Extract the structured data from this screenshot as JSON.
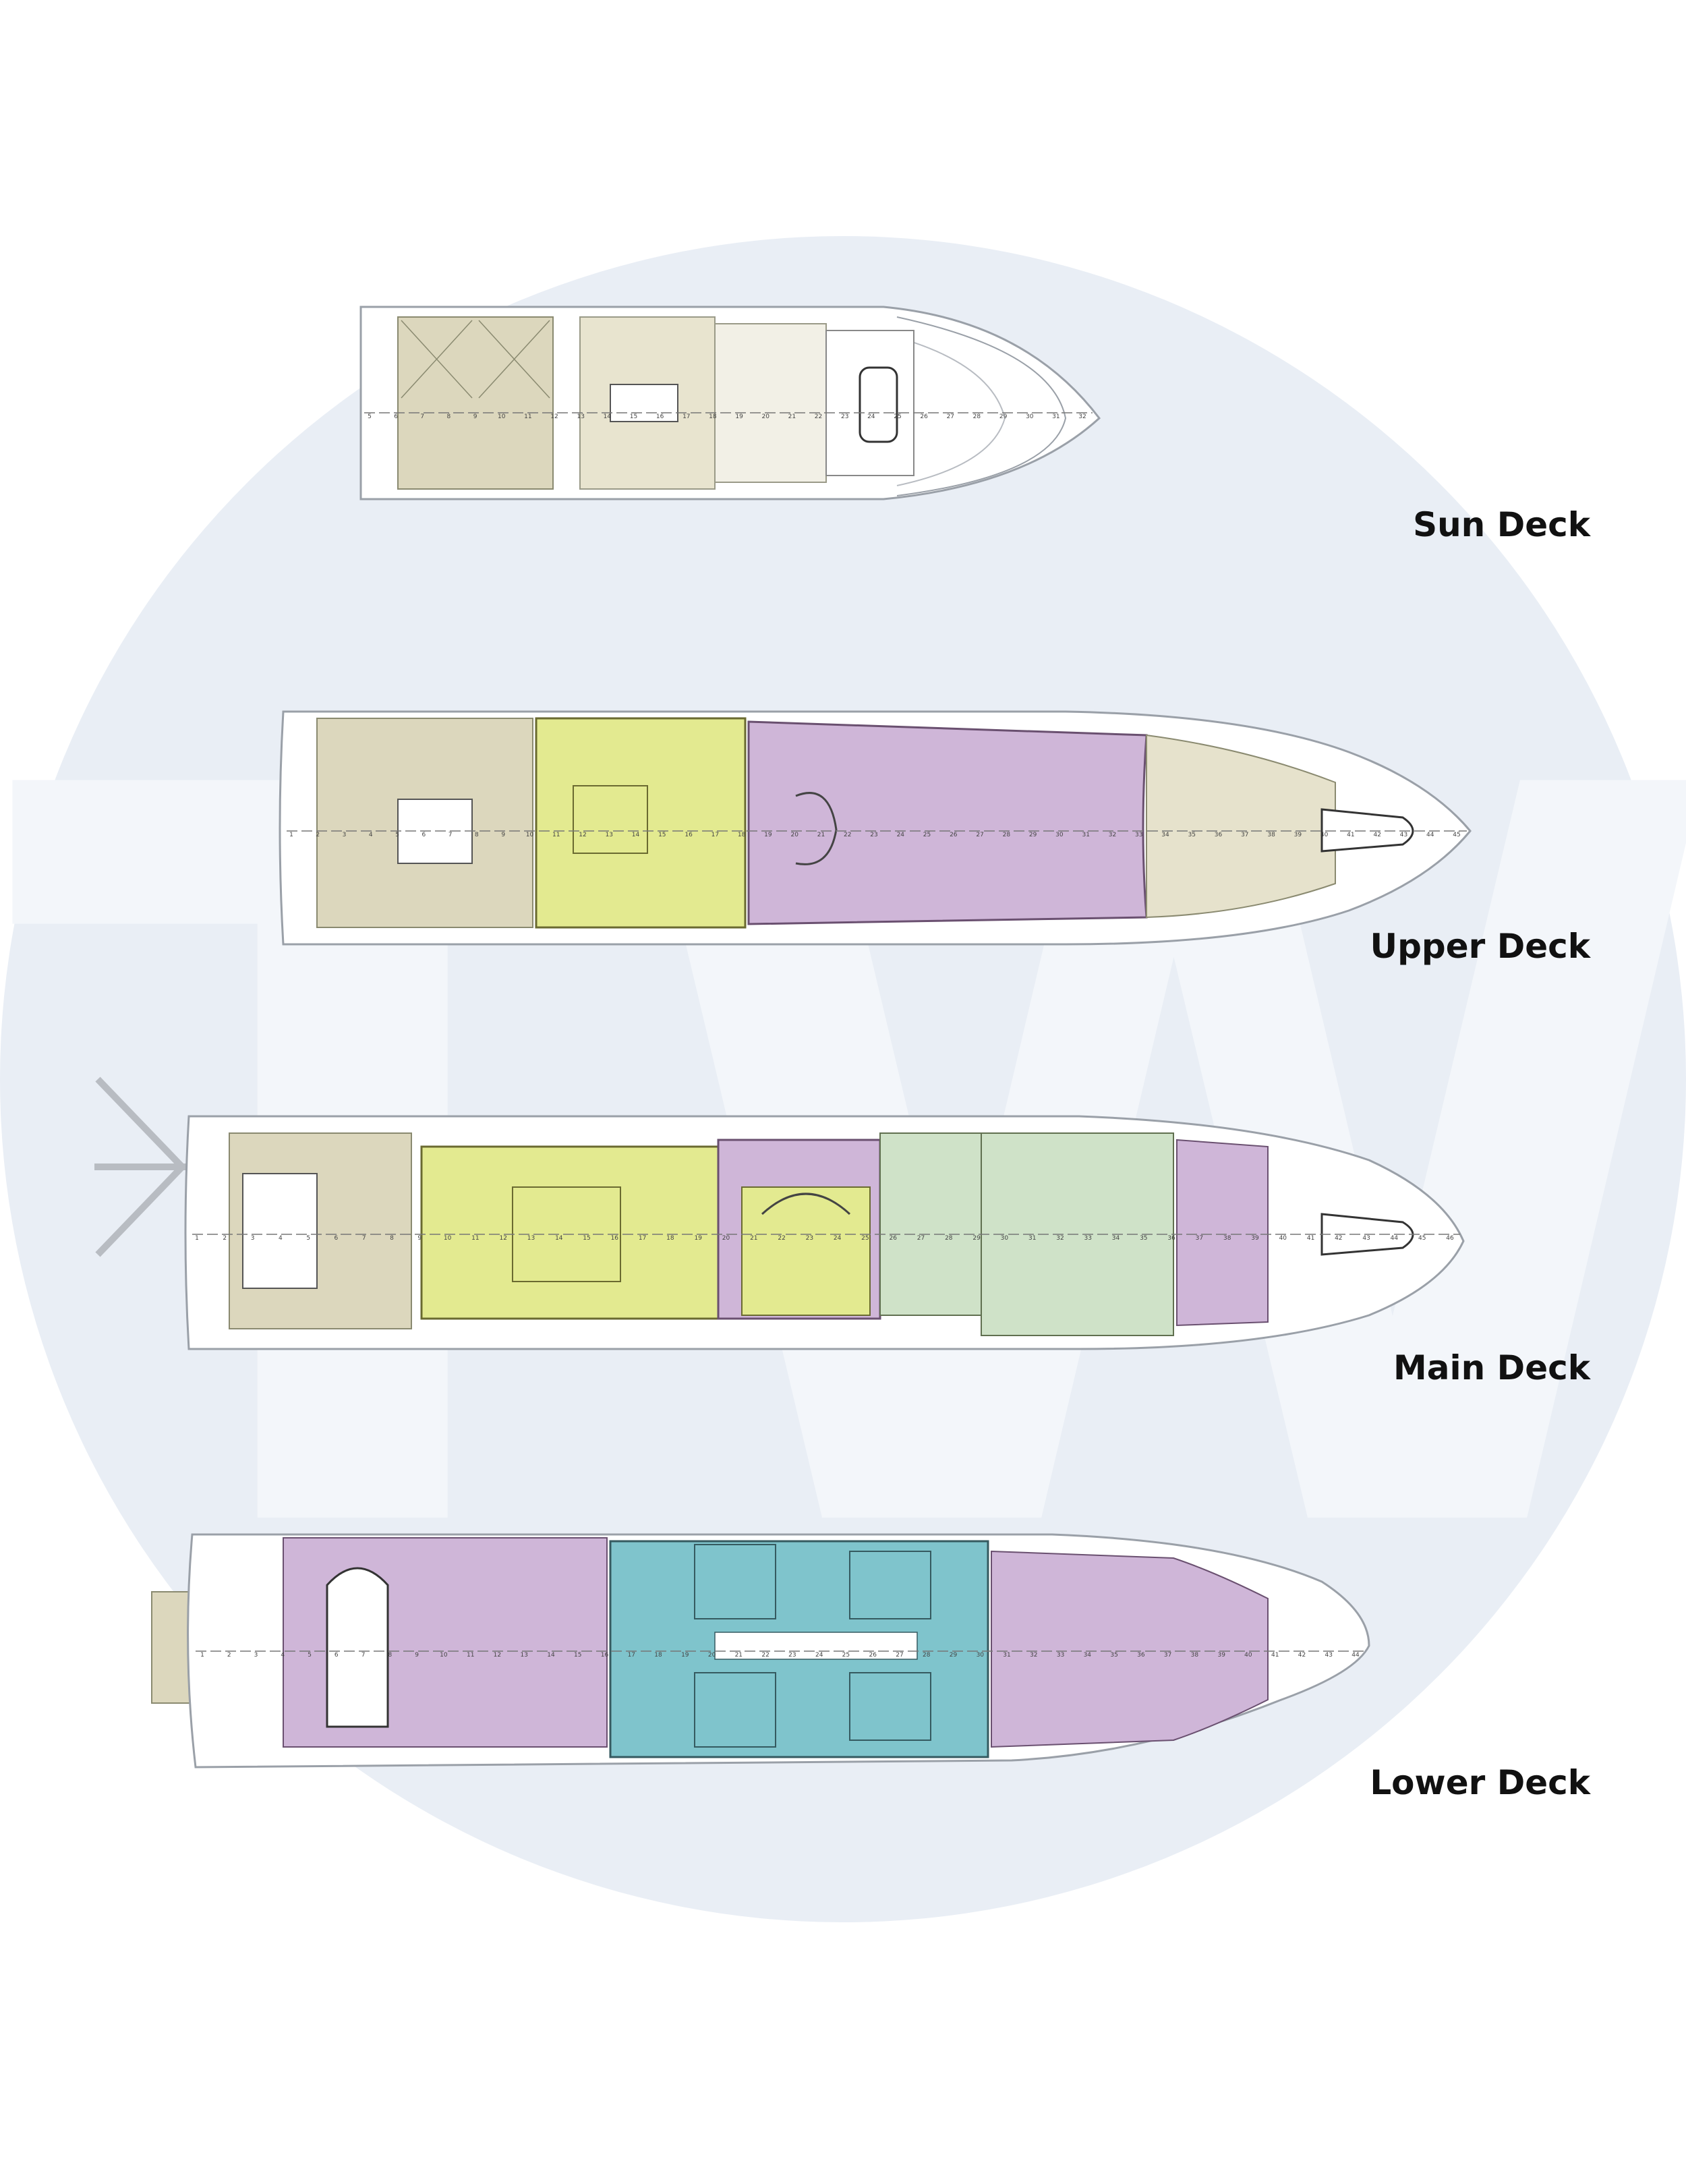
{
  "decks": [
    {
      "id": "sun",
      "label": "Sun Deck",
      "frames": [
        "5",
        "6",
        "7",
        "8",
        "9",
        "10",
        "11",
        "12",
        "13",
        "14",
        "15",
        "16",
        "17",
        "18",
        "19",
        "20",
        "21",
        "22",
        "23",
        "24",
        "25",
        "26",
        "27",
        "28",
        "29",
        "30",
        "31",
        "32"
      ]
    },
    {
      "id": "upper",
      "label": "Upper Deck",
      "frames": [
        "1",
        "2",
        "3",
        "4",
        "5",
        "6",
        "7",
        "8",
        "9",
        "10",
        "11",
        "12",
        "13",
        "14",
        "15",
        "16",
        "17",
        "18",
        "19",
        "20",
        "21",
        "22",
        "23",
        "24",
        "25",
        "26",
        "27",
        "28",
        "29",
        "30",
        "31",
        "32",
        "33",
        "34",
        "35",
        "36",
        "37",
        "38",
        "39",
        "40",
        "41",
        "42",
        "43",
        "44",
        "45"
      ]
    },
    {
      "id": "main",
      "label": "Main Deck",
      "frames": [
        "1",
        "2",
        "3",
        "4",
        "5",
        "6",
        "7",
        "8",
        "9",
        "10",
        "11",
        "12",
        "13",
        "14",
        "15",
        "16",
        "17",
        "18",
        "19",
        "20",
        "21",
        "22",
        "23",
        "24",
        "25",
        "26",
        "27",
        "28",
        "29",
        "30",
        "31",
        "32",
        "33",
        "34",
        "35",
        "36",
        "37",
        "38",
        "39",
        "40",
        "41",
        "42",
        "43",
        "44",
        "45",
        "46"
      ]
    },
    {
      "id": "lower",
      "label": "Lower Deck",
      "frames": [
        "1",
        "2",
        "3",
        "4",
        "5",
        "6",
        "7",
        "8",
        "9",
        "10",
        "11",
        "12",
        "13",
        "14",
        "15",
        "16",
        "17",
        "18",
        "19",
        "20",
        "21",
        "22",
        "23",
        "24",
        "25",
        "26",
        "27",
        "28",
        "29",
        "30",
        "31",
        "32",
        "33",
        "34",
        "35",
        "36",
        "37",
        "38",
        "39",
        "40",
        "41",
        "42",
        "43",
        "44"
      ]
    }
  ],
  "zone_colors": {
    "deck": "#dcd7bd",
    "salon": "#e3ea90",
    "owner": "#cfb6d8",
    "guest": "#7fc4cc",
    "crew": "#cfe2c8",
    "hull_line": "#9aa0a8",
    "watermark": "#e3e9f1"
  },
  "watermark": {
    "text": "TW"
  }
}
